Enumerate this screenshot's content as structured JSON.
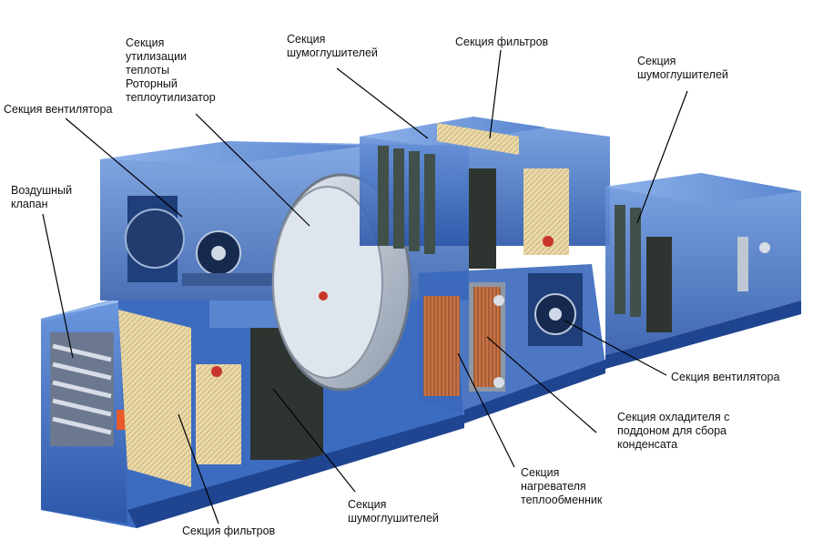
{
  "labels": {
    "heat_recovery": "Секция\nутилизации\nтеплоты\nРоторный\nтеплоутилизатор",
    "silencer_top": "Секция\nшумоглушителей",
    "filters_top": "Секция фильтров",
    "silencer_right": "Секция\nшумоглушителей",
    "fan_left": "Секция вентилятора",
    "damper": "Воздушный\nклапан",
    "fan_right": "Секция вентилятора",
    "cooler": "Секция охладителя с\nподдоном для сбора\nконденсата",
    "heater": "Секция\nнагревателя\nтеплообменник",
    "silencer_bottom": "Секция\nшумоглушителей",
    "filters_bottom": "Секция фильтров"
  },
  "colors": {
    "housing": "#2f5fb3",
    "housing_dark": "#1f4590",
    "housing_light": "#5d8fd6",
    "filter": "#e8d7a8",
    "silencer": "#3a3f3a",
    "coil": "#b8643a",
    "rotor": "#c9d3df"
  }
}
